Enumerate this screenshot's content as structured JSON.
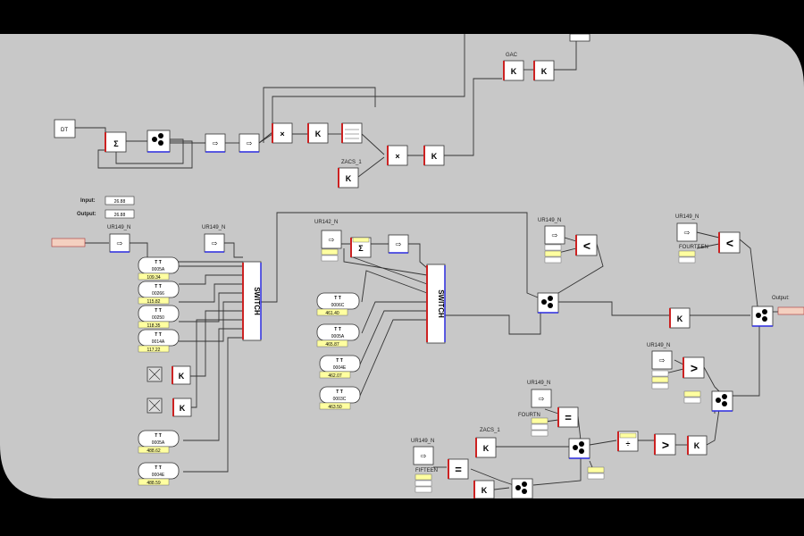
{
  "labels": {
    "dt": "DT",
    "gac": "GAC",
    "zacs_top": "ZACS_1",
    "zacs_bottom": "ZACS_1",
    "input": "Input:",
    "output_left": "Output:",
    "output_right": "Output:",
    "input_value": "26.88",
    "output_value": "26.88",
    "switch": "SWITCH",
    "k": "K",
    "ur_a": "UR149_N",
    "ur_b": "UR149_N",
    "ur_c": "UR142_N",
    "ur_d": "UR149_N",
    "ur_e": "UR149_N",
    "ur_f": "UR149_N",
    "ur_g": "UR149_N",
    "ur_h": "UR149_N",
    "fourteen": "FOURTEEN",
    "fourtn": "FOURTN",
    "fifteen": "FIFTEEN",
    "tt": "T T"
  },
  "left_tt": [
    {
      "code": "0005A",
      "val": "109.34"
    },
    {
      "code": "00266",
      "val": "115.82"
    },
    {
      "code": "00250",
      "val": "118.35"
    },
    {
      "code": "0014A",
      "val": "117.22"
    }
  ],
  "left_tt_bottom": [
    {
      "code": "0005A",
      "val": "488.62"
    },
    {
      "code": "0004E",
      "val": "488.59"
    }
  ],
  "mid_tt": [
    {
      "code": "0006C",
      "val": "461.40"
    },
    {
      "code": "0005A",
      "val": "465.87"
    },
    {
      "code": "0004E",
      "val": "462.07"
    },
    {
      "code": "0003C",
      "val": "463.50"
    }
  ]
}
